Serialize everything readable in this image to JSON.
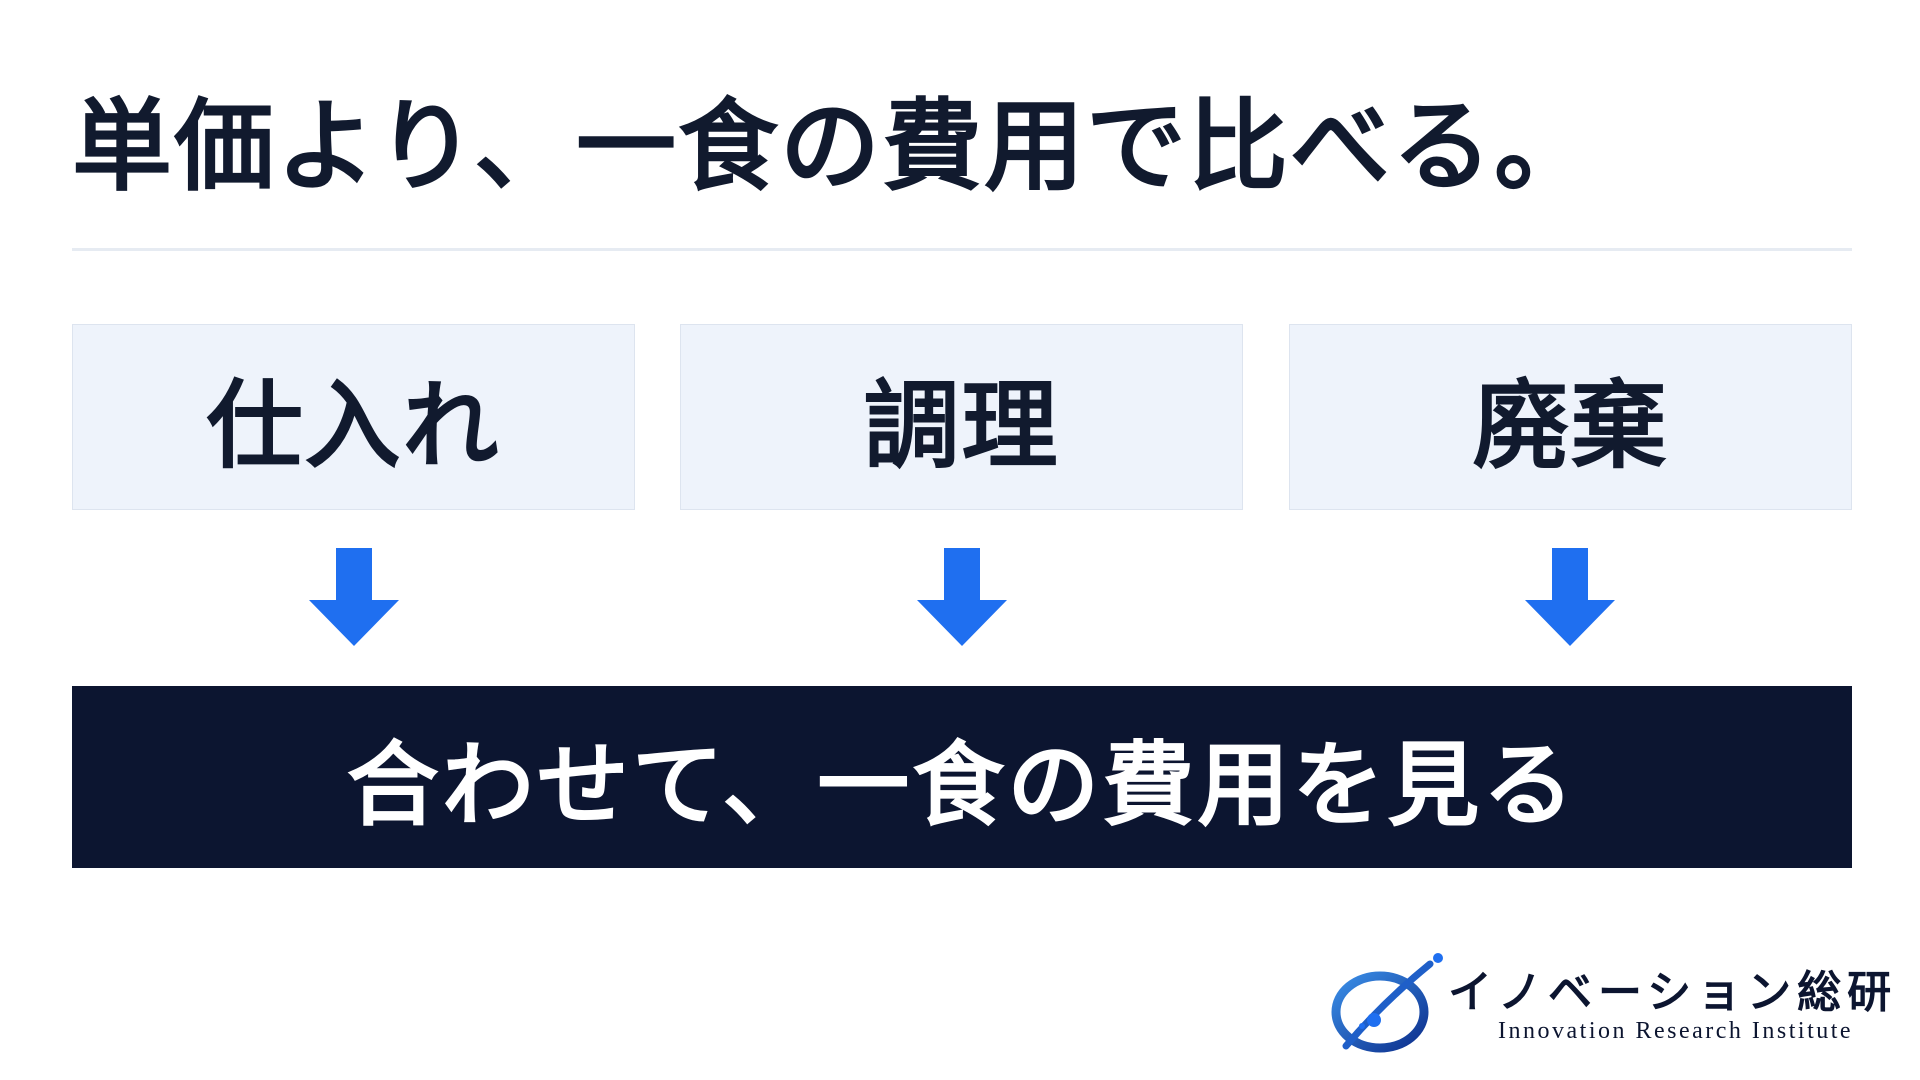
{
  "title": "単価より、一食の費用で比べる。",
  "factors": [
    {
      "label": "仕入れ"
    },
    {
      "label": "調理"
    },
    {
      "label": "廃棄"
    }
  ],
  "result": {
    "label": "合わせて、一食の費用を見る"
  },
  "logo": {
    "name": "イノベーション総研",
    "subtitle": "Innovation Research Institute"
  },
  "colors": {
    "text": "#111a2e",
    "box_fill": "#eef3fb",
    "arrow": "#1f6ff0",
    "result_fill": "#0c1530",
    "result_text": "#ffffff"
  }
}
